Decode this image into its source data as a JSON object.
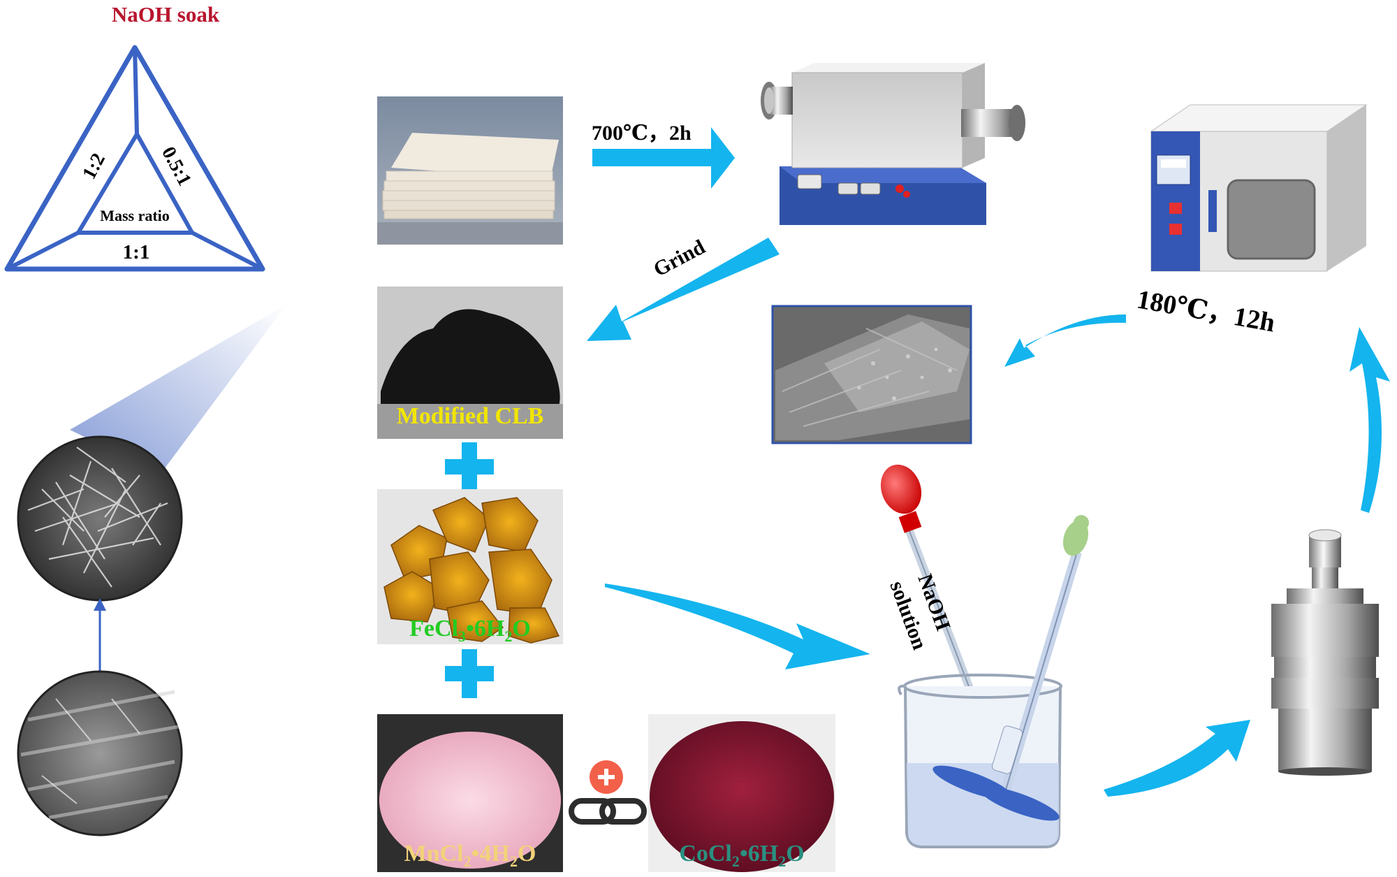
{
  "soak": {
    "title": "NaOH soak",
    "ratio_left": "1:2",
    "ratio_right": "0.5:1",
    "ratio_bottom": "1:1",
    "center_label": "Mass ratio"
  },
  "steps": {
    "carbonize": "700℃，2h",
    "grind": "Grind",
    "hydrothermal": "180℃，12h",
    "naoh_line1": "NaOH",
    "naoh_line2": "solution"
  },
  "materials": {
    "modified_clb": "Modified CLB",
    "fecl3": {
      "base": "FeCl",
      "sub1": "3",
      "mid": "•6H",
      "sub2": "2",
      "end": "O"
    },
    "mncl2": {
      "base": "MnCl",
      "sub1": "2",
      "mid": "•4H",
      "sub2": "2",
      "end": "O"
    },
    "cocl2": {
      "base": "CoCl",
      "sub1": "2",
      "mid": "•6H",
      "sub2": "2",
      "end": "O"
    }
  },
  "colors": {
    "arrow": "#14b4ee",
    "triangle": "#3a63c4",
    "soak_title": "#b8152d",
    "clb_text": "#f2e600",
    "fecl3_text": "#22cc22",
    "mncl2_text": "#f2d27a",
    "cocl2_text": "#2a9080",
    "furnace_base": "#2f52a8",
    "oven_panel": "#3456b4",
    "plus_circle": "#f2604a"
  }
}
